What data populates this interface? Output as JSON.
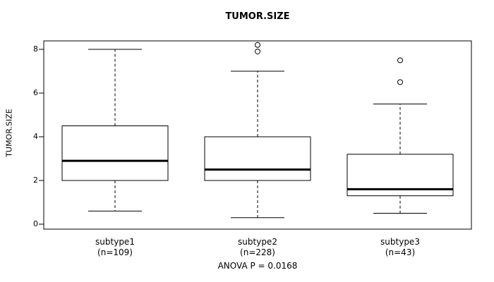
{
  "chart_data": {
    "type": "boxplot",
    "title": "TUMOR.SIZE",
    "ylabel": "TUMOR.SIZE",
    "xlabel": "",
    "ylim": [
      0,
      8
    ],
    "y_ticks": [
      0,
      2,
      4,
      6,
      8
    ],
    "grid": false,
    "annotation": "ANOVA P = 0.0168",
    "groups": [
      {
        "label": "subtype1",
        "sublabel": "(n=109)",
        "n": 109,
        "whisker_low": 0.6,
        "q1": 2.0,
        "median": 2.9,
        "q3": 4.5,
        "whisker_high": 8.0,
        "outliers": []
      },
      {
        "label": "subtype2",
        "sublabel": "(n=228)",
        "n": 228,
        "whisker_low": 0.3,
        "q1": 2.0,
        "median": 2.5,
        "q3": 4.0,
        "whisker_high": 7.0,
        "outliers": [
          7.9,
          8.2
        ]
      },
      {
        "label": "subtype3",
        "sublabel": "(n=43)",
        "n": 43,
        "whisker_low": 0.5,
        "q1": 1.3,
        "median": 1.6,
        "q3": 3.2,
        "whisker_high": 5.5,
        "outliers": [
          6.5,
          7.5
        ]
      }
    ],
    "colors": {
      "stroke": "#000000",
      "background": "#ffffff",
      "box_fill": "#ffffff"
    }
  }
}
